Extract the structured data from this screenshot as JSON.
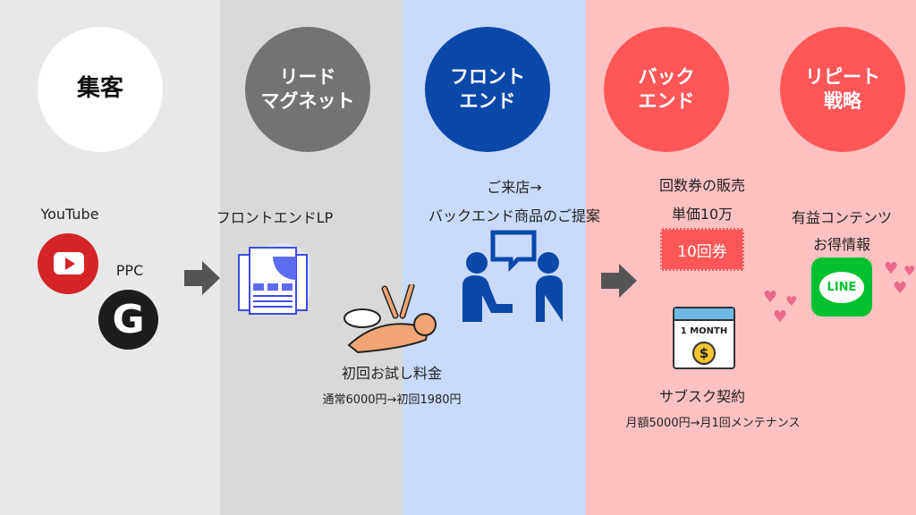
{
  "colors": {
    "col1": "#e8e8e8",
    "col2": "#d9d9d9",
    "col3": "#c9dafb",
    "col4": "#fec1c1",
    "lead": "#737373",
    "front": "#0a48aa",
    "back": "#ff5757"
  },
  "stages": [
    {
      "label": "集客"
    },
    {
      "label": "リード\nマグネット"
    },
    {
      "label": "フロント\nエンド"
    },
    {
      "label": "バック\nエンド"
    },
    {
      "label": "リピート\n戦略"
    }
  ],
  "acquisition": {
    "youtube": "YouTube",
    "ppc": "PPC",
    "line_logo": "LINE"
  },
  "lead": {
    "title": "フロントエンドLP",
    "offer": "初回お試し料金",
    "price": "通常6000円→初回1980円"
  },
  "front": {
    "line1": "ご来店→",
    "line2": "バックエンド商品のご提案"
  },
  "back": {
    "line1": "回数券の販売",
    "line2": "単価10万",
    "ticket": "10回券",
    "calendar": "1 MONTH",
    "sub": "サブスク契約",
    "sub_price": "月額5000円→月1回メンテナンス"
  },
  "repeat": {
    "line1": "有益コンテンツ",
    "line2": "お得情報"
  }
}
